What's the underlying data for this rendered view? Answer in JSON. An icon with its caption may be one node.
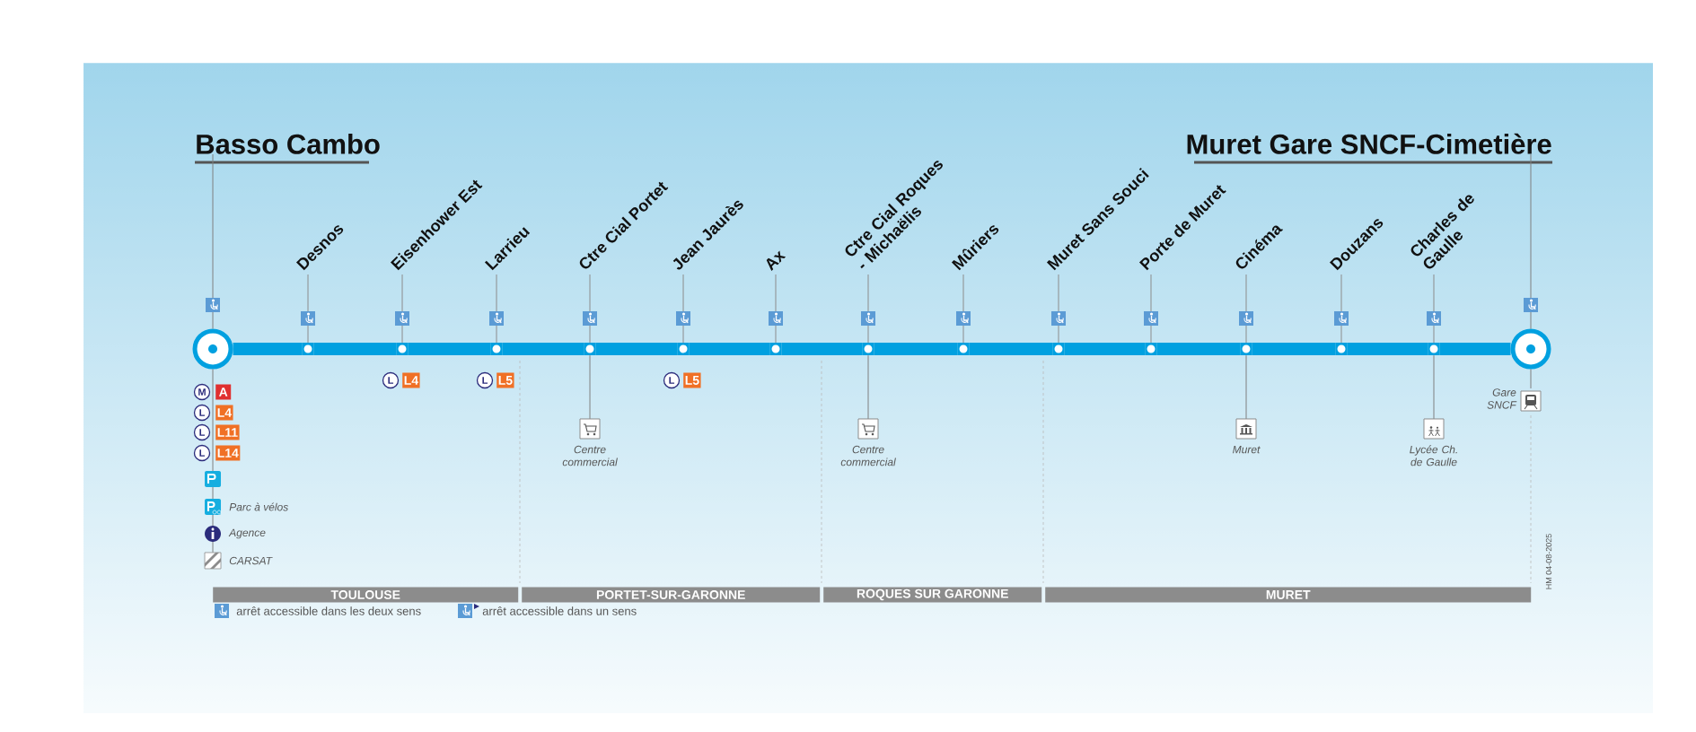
{
  "diagram": {
    "nodes": [
      {
        "text": [
          "Basso Cambo"
        ]
      },
      {
        "text": [
          "Muret Gare SNCF-Cimetière"
        ]
      },
      {
        "text": [],
        "shape": "circle"
      },
      {
        "text": [
          "Desnos"
        ]
      },
      {
        "text": [
          "Eisenhower Est"
        ]
      },
      {
        "text": [
          "Larrieu"
        ]
      },
      {
        "text": [
          "Ctre Cial Portet"
        ]
      },
      {
        "text": [
          "Jean Jaurès"
        ]
      },
      {
        "text": [
          "Ax"
        ]
      },
      {
        "text": [
          "Ctre Cial Roques - Michaëlis"
        ]
      },
      {
        "text": [
          "Mûriers"
        ]
      },
      {
        "text": [
          "Muret Sans Souci"
        ]
      },
      {
        "text": [
          "Porte de Muret"
        ]
      },
      {
        "text": [
          "Cinéma"
        ]
      },
      {
        "text": [
          "Douzans"
        ]
      },
      {
        "text": [
          "Charles de Gaulle"
        ]
      },
      {
        "text": [],
        "shape": "circle"
      },
      {
        "text": [
          "Centre commercial"
        ]
      },
      {
        "text": [
          "Centre commercial"
        ]
      },
      {
        "text": [
          "Muret"
        ]
      },
      {
        "text": [
          "Lycée Ch. de Gaulle"
        ]
      },
      {
        "text": [
          "Gare SNCF"
        ]
      },
      {
        "text": [
          "CARSAT"
        ]
      },
      {
        "text": [
          "TOULOUSE"
        ]
      },
      {
        "text": [
          "PORTET-SUR-GARONNE"
        ]
      },
      {
        "text": [
          "ROQUES SUR GARONNE"
        ]
      },
      {
        "text": [
          "MURET"
        ]
      }
    ],
    "edges": [
      {
        "from": 0,
        "to": 2,
        "arrow": "none",
        "color": "#808080"
      },
      {
        "from": 1,
        "to": 16,
        "arrow": "none",
        "color": "#808080"
      },
      {
        "from": 2,
        "to": 3,
        "arrow": "none"
      },
      {
        "from": 3,
        "to": 4,
        "arrow": "none"
      },
      {
        "from": 4,
        "to": 5,
        "arrow": "none"
      },
      {
        "from": 5,
        "to": 6,
        "arrow": "none"
      },
      {
        "from": 6,
        "to": 7,
        "arrow": "none"
      },
      {
        "from": 7,
        "to": 8,
        "arrow": "none"
      },
      {
        "from": 8,
        "to": 9,
        "arrow": "none"
      },
      {
        "from": 9,
        "to": 10,
        "arrow": "none"
      },
      {
        "from": 10,
        "to": 11,
        "arrow": "none"
      },
      {
        "from": 11,
        "to": 12,
        "arrow": "none"
      },
      {
        "from": 12,
        "to": 13,
        "arrow": "none"
      },
      {
        "from": 13,
        "to": 14,
        "arrow": "none"
      },
      {
        "from": 14,
        "to": 15,
        "arrow": "none"
      },
      {
        "from": 15,
        "to": 16,
        "arrow": "none"
      },
      {
        "from": 6,
        "to": 17,
        "arrow": "none",
        "color": "#808080"
      },
      {
        "from": 9,
        "to": 18,
        "arrow": "none",
        "color": "#808080"
      },
      {
        "from": 13,
        "to": 19,
        "arrow": "none",
        "color": "#808080"
      },
      {
        "from": 15,
        "to": 20,
        "arrow": "none",
        "color": "#808080"
      },
      {
        "from": 16,
        "to": 21,
        "arrow": "none",
        "color": "#808080"
      },
      {
        "from": 2,
        "to": 22,
        "arrow": "none",
        "color": "#808080"
      }
    ],
    "labels": [
      "M",
      "A",
      "L",
      "L4",
      "L",
      "L11",
      "L",
      "L14",
      "L",
      "L4",
      "L",
      "L5",
      "L",
      "L5",
      "Parc à vélos",
      "Agence",
      "HM 04-08-2025"
    ],
    "legend": [
      {
        "text": "arrêt accessible dans les deux sens"
      },
      {
        "text": "arrêt accessible dans un sens"
      }
    ]
  }
}
